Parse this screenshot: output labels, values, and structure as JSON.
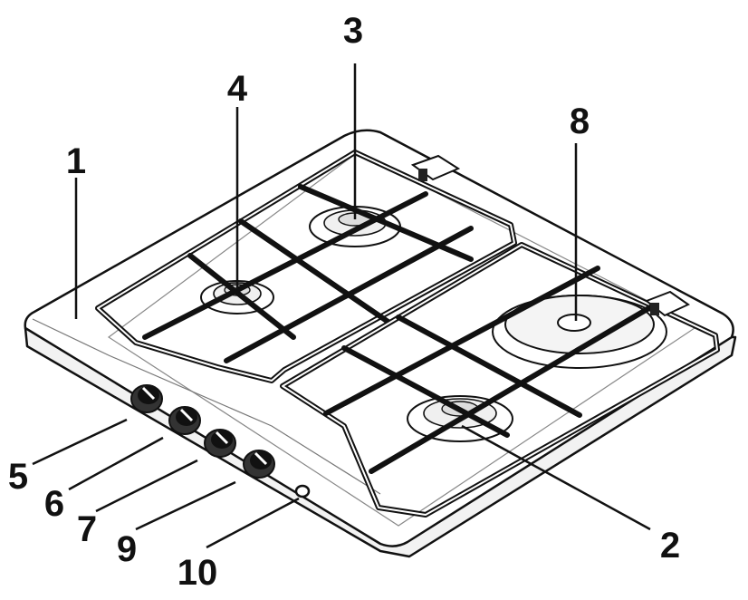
{
  "diagram": {
    "subject": "hob-illustration",
    "callouts": [
      {
        "id": "c1",
        "label": "1"
      },
      {
        "id": "c2",
        "label": "2"
      },
      {
        "id": "c3",
        "label": "3"
      },
      {
        "id": "c4",
        "label": "4"
      },
      {
        "id": "c5",
        "label": "5"
      },
      {
        "id": "c6",
        "label": "6"
      },
      {
        "id": "c7",
        "label": "7"
      },
      {
        "id": "c8",
        "label": "8"
      },
      {
        "id": "c9",
        "label": "9"
      },
      {
        "id": "c10",
        "label": "10"
      }
    ]
  }
}
